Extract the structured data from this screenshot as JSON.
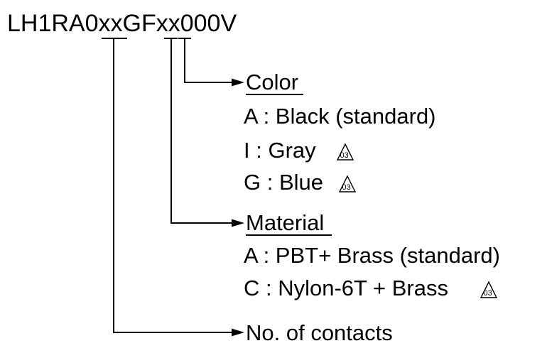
{
  "part_number": {
    "prefix": "LH1RA0",
    "contacts_code": "xx",
    "middle": "GF",
    "material_code": "x",
    "color_code": "x",
    "suffix": "000V"
  },
  "sections": {
    "color": {
      "heading": "Color",
      "options": [
        {
          "text": "A : Black (standard)",
          "badge": ""
        },
        {
          "text": "I : Gray",
          "badge": "03"
        },
        {
          "text": "G : Blue",
          "badge": "03"
        }
      ]
    },
    "material": {
      "heading": "Material",
      "options": [
        {
          "text": "A : PBT+ Brass (standard)",
          "badge": ""
        },
        {
          "text": "C : Nylon-6T + Brass",
          "badge": "03"
        }
      ]
    },
    "contacts": {
      "heading": "No. of contacts"
    }
  },
  "colors": {
    "ink": "#000000",
    "background": "#ffffff"
  },
  "icons": {
    "revision_badge": "triangle-revision-icon",
    "leader_arrow": "arrow-right-icon"
  }
}
